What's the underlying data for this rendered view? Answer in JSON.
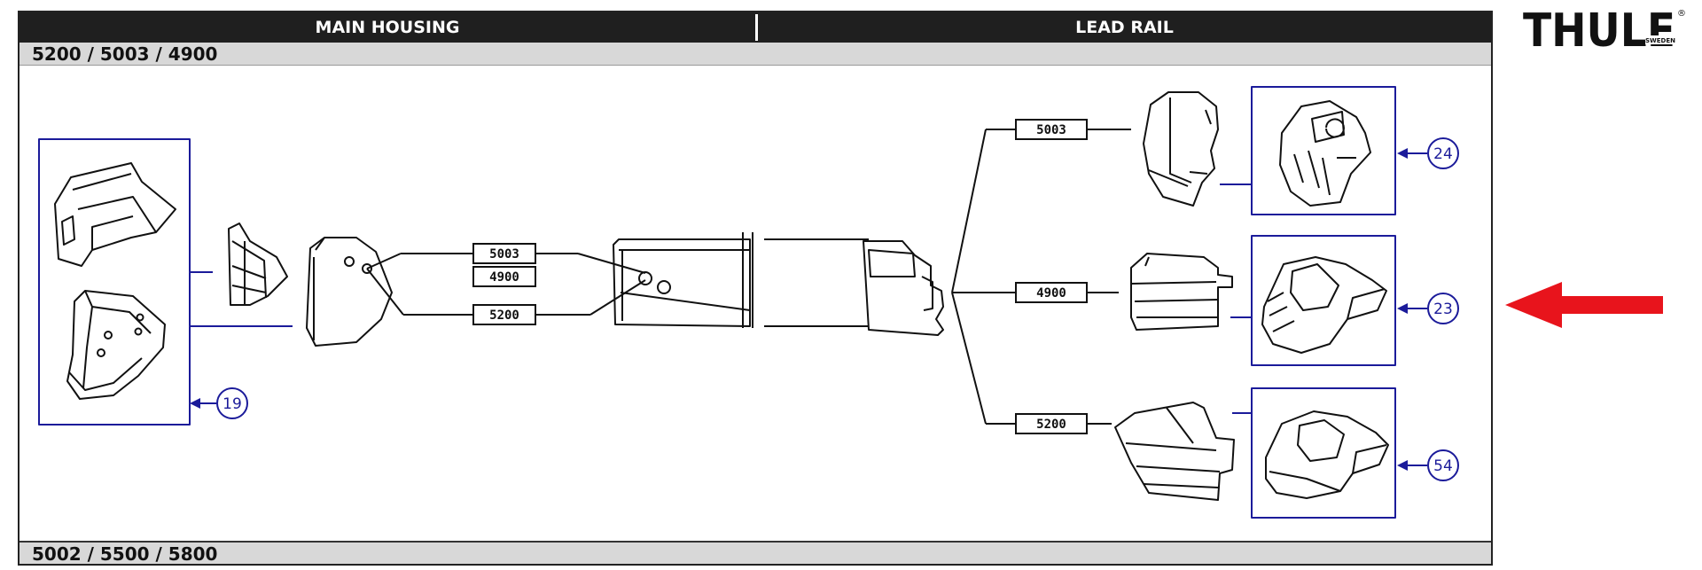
{
  "header": {
    "left_title": "MAIN HOUSING",
    "right_title": "LEAD RAIL"
  },
  "model_strips": {
    "top": "5200 / 5003 / 4900",
    "bottom": "5002 / 5500 / 5800"
  },
  "labels": {
    "housing_5003": "5003",
    "housing_4900": "4900",
    "housing_5200": "5200",
    "rail_5003": "5003",
    "rail_4900": "4900",
    "rail_5200": "5200"
  },
  "callouts": {
    "c19": "19",
    "c24": "24",
    "c23": "23",
    "c54": "54"
  },
  "brand": {
    "logo_text": "THULE",
    "logo_subtext": "SWEDEN",
    "logo_mark": "®"
  },
  "colors": {
    "callout_blue": "#1b1b9a",
    "arrow_red": "#e8141c",
    "header_black": "#1f1f1f",
    "strip_gray": "#d8d8d8"
  }
}
